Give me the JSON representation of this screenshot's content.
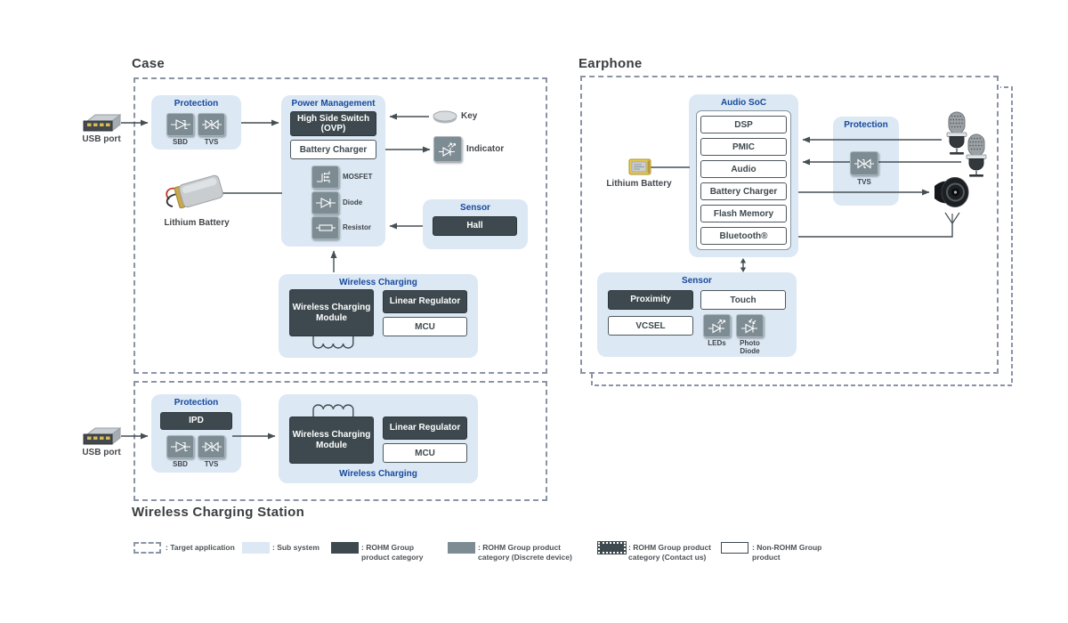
{
  "colors": {
    "accent_blue": "#17499c",
    "dark_box": "#3d494e",
    "discrete_gray": "#7d8c93",
    "subsystem_blue": "#dce8f4",
    "dashed_border": "#8b93a6",
    "line": "#454f54"
  },
  "case": {
    "title": "Case",
    "usb_label": "USB port",
    "battery_label": "Lithium Battery",
    "key_label": "Key",
    "indicator_label": "Indicator",
    "protection": {
      "title": "Protection",
      "sbd_label": "SBD",
      "tvs_label": "TVS"
    },
    "power_management": {
      "title": "Power Management",
      "high_side_switch": "High Side Switch (OVP)",
      "battery_charger": "Battery Charger",
      "mosfet_label": "MOSFET",
      "diode_label": "Diode",
      "resistor_label": "Resistor"
    },
    "sensor": {
      "title": "Sensor",
      "hall": "Hall"
    },
    "wireless_charging": {
      "title": "Wireless Charging",
      "module": "Wireless Charging Module",
      "linear_regulator": "Linear Regulator",
      "mcu": "MCU"
    }
  },
  "wcs": {
    "title": "Wireless Charging Station",
    "usb_label": "USB port",
    "protection": {
      "title": "Protection",
      "ipd": "IPD",
      "sbd_label": "SBD",
      "tvs_label": "TVS"
    },
    "wireless_charging": {
      "title": "Wireless Charging",
      "module": "Wireless Charging Module",
      "linear_regulator": "Linear Regulator",
      "mcu": "MCU"
    }
  },
  "earphone": {
    "title": "Earphone",
    "battery_label": "Lithium Battery",
    "audio_soc": {
      "title": "Audio SoC",
      "blocks": [
        "DSP",
        "PMIC",
        "Audio",
        "Battery Charger",
        "Flash Memory",
        "Bluetooth®"
      ]
    },
    "protection": {
      "title": "Protection",
      "tvs_label": "TVS"
    },
    "sensor": {
      "title": "Sensor",
      "proximity": "Proximity",
      "touch": "Touch",
      "vcsel": "VCSEL",
      "leds_label": "LEDs",
      "photo_diode_label": "Photo Diode"
    }
  },
  "legend": {
    "items": [
      {
        "type": "target-application",
        "label": ": Target application"
      },
      {
        "type": "sub-system",
        "label": ": Sub system"
      },
      {
        "type": "rohm-product",
        "label": ": ROHM Group product category"
      },
      {
        "type": "rohm-discrete",
        "label": ": ROHM Group product category (Discrete device)"
      },
      {
        "type": "rohm-contact",
        "label": ": ROHM Group product category (Contact us)"
      },
      {
        "type": "non-rohm",
        "label": ": Non-ROHM Group product"
      }
    ]
  },
  "icons": {
    "usb_port": "usb-connector-3d",
    "lithium_battery_pack": "lipo-pouch-with-wires",
    "lithium_battery_chip": "small-yellow-battery-cell",
    "key": "round-button",
    "indicator": "led-symbol-chip",
    "microphone": "studio-microphone",
    "speaker": "speaker-driver",
    "antenna": "antenna-y",
    "coil": "inductor-coil"
  }
}
